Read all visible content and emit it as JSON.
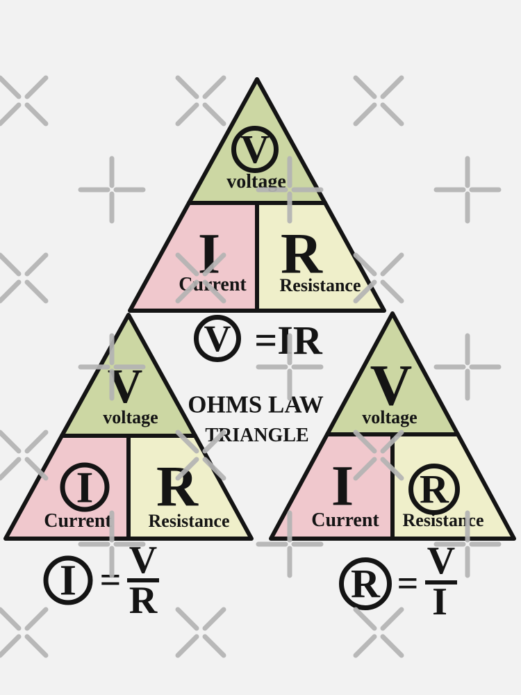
{
  "colors": {
    "background": "#f2f2f2",
    "section_voltage_green": "#ccd7a3",
    "section_current_pink": "#f0c8cd",
    "section_resistance_yellow": "#efefca",
    "outline_black": "#141414",
    "watermark_gray": "#b4b4b4"
  },
  "heading": {
    "line1": "OHMS LAW",
    "line2": "TRIANGLE"
  },
  "formula_voltage": {
    "lhs": "V",
    "rhs": "=IR"
  },
  "formula_current": {
    "lhs": "I",
    "equals": "=",
    "numerator": "V",
    "denominator": "R"
  },
  "formula_resistance": {
    "lhs": "R",
    "equals": "=",
    "numerator": "V",
    "denominator": "I"
  },
  "triangle_top": {
    "voltage_letter": "V",
    "voltage_label": "voltage",
    "current_letter": "I",
    "current_label": "Current",
    "resistance_letter": "R",
    "resistance_label": "Resistance"
  },
  "triangle_bottom_left": {
    "voltage_letter": "V",
    "voltage_label": "voltage",
    "current_letter": "I",
    "current_label": "Current",
    "resistance_letter": "R",
    "resistance_label": "Resistance"
  },
  "triangle_bottom_right": {
    "voltage_letter": "V",
    "voltage_label": "voltage",
    "current_letter": "I",
    "current_label": "Current",
    "resistance_letter": "R",
    "resistance_label": "Resistance"
  }
}
